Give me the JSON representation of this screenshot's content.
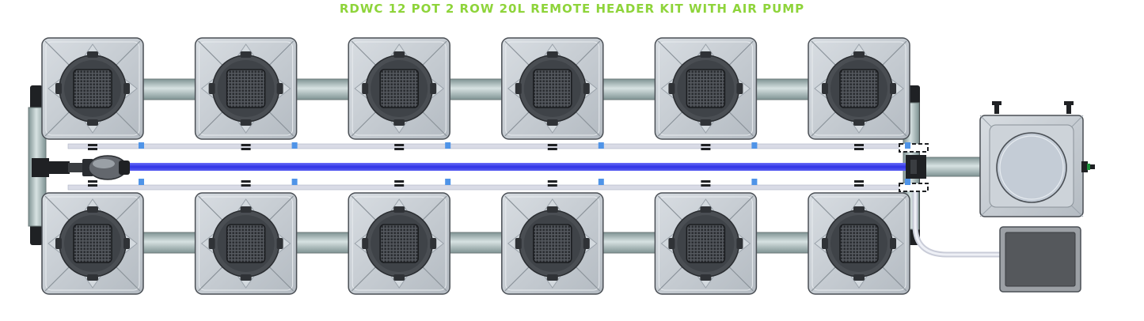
{
  "title": "RDWC 12 POT 2 ROW 20L REMOTE HEADER KIT WITH AIR PUMP",
  "colors": {
    "title": "#8ed43a",
    "pot_body": "#c7cdd3",
    "pot_outline": "#4a4f55",
    "lid": "#3f4348",
    "net_pot": "#2a2d31",
    "pipe": "#9fb1b1",
    "blue_line": "#3a3ff0",
    "air_line": "#d9dbe6",
    "air_valve": "#4f94e8",
    "connector": "#1f2124",
    "control_box": "#55585c"
  },
  "layout": {
    "rows": 2,
    "pots_per_row": 6,
    "pot_volume": "20L",
    "remote_header": true,
    "air_pump": true
  }
}
